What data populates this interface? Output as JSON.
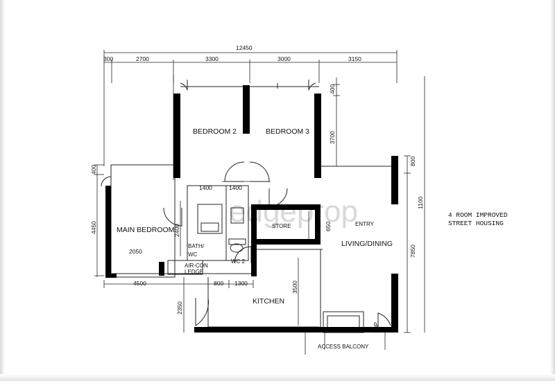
{
  "dimensions": {
    "overall_width": "12450",
    "top": [
      "300",
      "2700",
      "3300",
      "3000",
      "3150"
    ],
    "left": [
      "400",
      "4450"
    ],
    "right_upper": [
      "400",
      "3700"
    ],
    "right_lower": [
      "800",
      "7850"
    ],
    "far_right": "1100",
    "bottom": [
      "4500",
      "800",
      "1300"
    ],
    "kitchen_left": "2350",
    "kitchen_right": "3500",
    "corridor": [
      "1400",
      "1400"
    ],
    "bath_side": "2400",
    "bed_main_width": "2050",
    "store_side": "650"
  },
  "rooms": {
    "bedroom2": "BEDROOM 2",
    "bedroom3": "BEDROOM 3",
    "main_bedroom": "MAIN BEDROOM",
    "bath": "BATH/",
    "wc": "WC",
    "wc2": "WC 2",
    "aircon": "AIR-CON",
    "ledge": "LEDGE",
    "store": "STORE",
    "living_dining": "LIVING/DINING",
    "entry": "ENTRY",
    "kitchen": "KITCHEN",
    "access_balcony": "ACCESS BALCONY",
    "dp": "DP"
  },
  "stamp": {
    "line1": "4 ROOM IMPROVED",
    "line2": "STREET HOUSING"
  },
  "watermark": "edgeprop",
  "colors": {
    "wall": "#000000",
    "line": "#222222",
    "paper": "#ffffff",
    "watermark": "#d8d8d8"
  }
}
